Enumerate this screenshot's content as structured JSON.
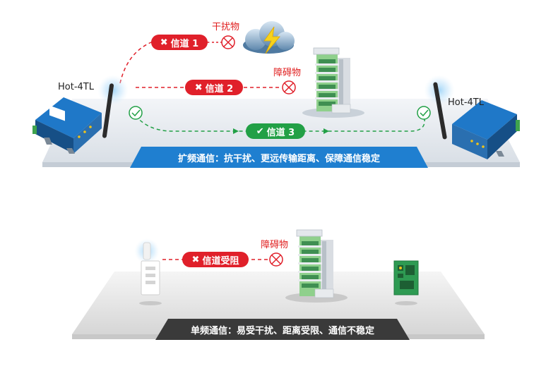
{
  "top": {
    "left_device_label": "Hot-4TL",
    "right_device_label": "Hot-4TL",
    "interference_label": "干扰物",
    "obstacle_label": "障碍物",
    "channels": [
      {
        "label": "信道 1",
        "status": "blocked"
      },
      {
        "label": "信道 2",
        "status": "blocked"
      },
      {
        "label": "信道 3",
        "status": "ok"
      }
    ],
    "caption": "扩频通信：抗干扰、更远传输距离、保障通信稳定"
  },
  "bottom": {
    "obstacle_label": "障碍物",
    "channel_label": "信道受阻",
    "caption": "单频通信：易受干扰、距离受限、通信不稳定"
  },
  "colors": {
    "blocked": "#e0202a",
    "ok": "#22a046",
    "top_banner": "#1f7fd0",
    "bottom_banner": "#3a3a3a",
    "platform": "#dde3ea"
  },
  "icons": {
    "blocked": "x-icon",
    "ok": "check-icon",
    "cross_circle": "cross-circle-icon",
    "check_circle": "check-circle-icon"
  }
}
